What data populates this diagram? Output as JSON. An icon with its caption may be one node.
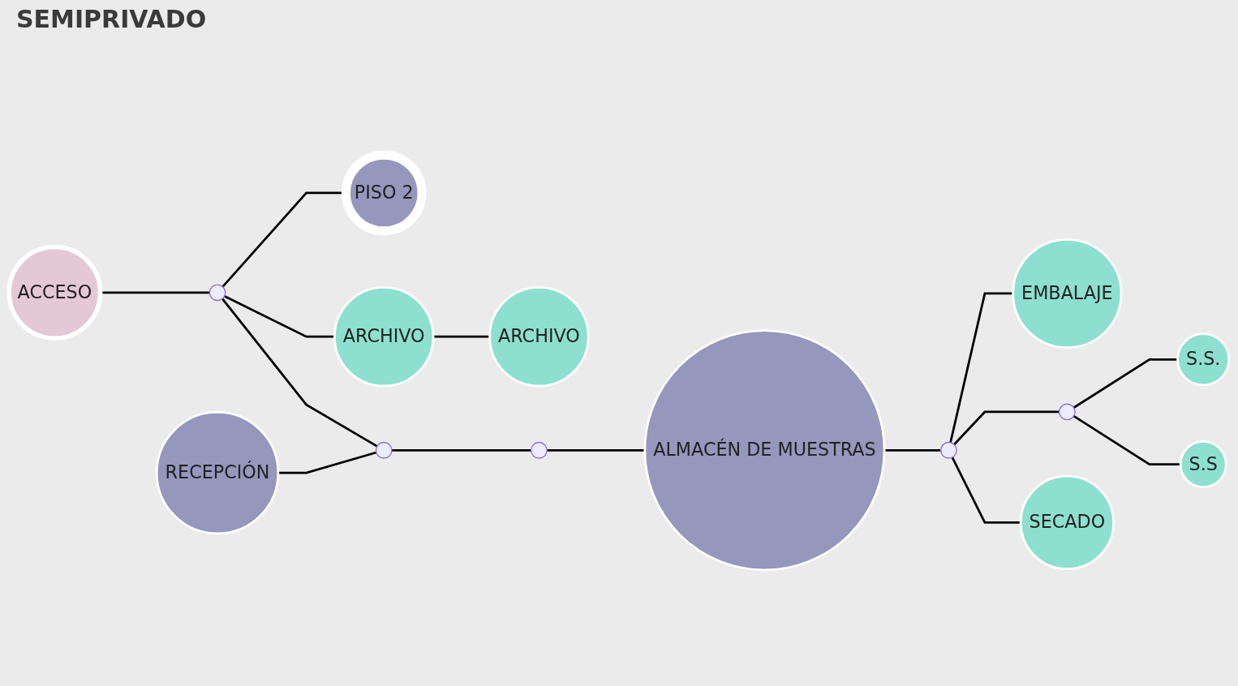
{
  "diagram": {
    "title": "SEMIPRIVADO",
    "nodes": [
      {
        "text": [
          "PISO 2"
        ]
      },
      {
        "text": [
          "EMBALAJE"
        ]
      },
      {
        "text": [
          "S.S."
        ]
      },
      {
        "text": [],
        "shape": "circle"
      },
      {
        "text": [
          "ACCESO"
        ]
      },
      {
        "text": [],
        "shape": "circle"
      },
      {
        "text": [
          "ARCHIVO"
        ]
      },
      {
        "text": [
          "ALMACÉN DE MUESTRAS"
        ]
      },
      {
        "text": [],
        "shape": "circle"
      },
      {
        "text": [
          "S.S"
        ]
      },
      {
        "text": [],
        "shape": "circle"
      },
      {
        "text": [
          "ARCHIVO"
        ]
      },
      {
        "text": [
          "SECADO"
        ]
      },
      {
        "text": [
          "RECEPCIÓN"
        ]
      },
      {
        "text": [],
        "shape": "circle"
      }
    ],
    "edges": [
      {
        "from": 5,
        "to": 0,
        "arrow": "none"
      },
      {
        "from": 4,
        "to": 5,
        "arrow": "none"
      },
      {
        "from": 5,
        "to": 6,
        "arrow": "none"
      },
      {
        "from": 6,
        "to": 11,
        "arrow": "none"
      },
      {
        "from": 5,
        "to": 10,
        "arrow": "none"
      },
      {
        "from": 13,
        "to": 10,
        "arrow": "none"
      },
      {
        "from": 10,
        "to": 14,
        "arrow": "none"
      },
      {
        "from": 14,
        "to": 7,
        "arrow": "none"
      },
      {
        "from": 7,
        "to": 3,
        "arrow": "none"
      },
      {
        "from": 3,
        "to": 1,
        "arrow": "none"
      },
      {
        "from": 3,
        "to": 12,
        "arrow": "none"
      },
      {
        "from": 3,
        "to": 8,
        "arrow": "none"
      },
      {
        "from": 8,
        "to": 2,
        "arrow": "none"
      },
      {
        "from": 8,
        "to": 9,
        "arrow": "none"
      }
    ]
  }
}
